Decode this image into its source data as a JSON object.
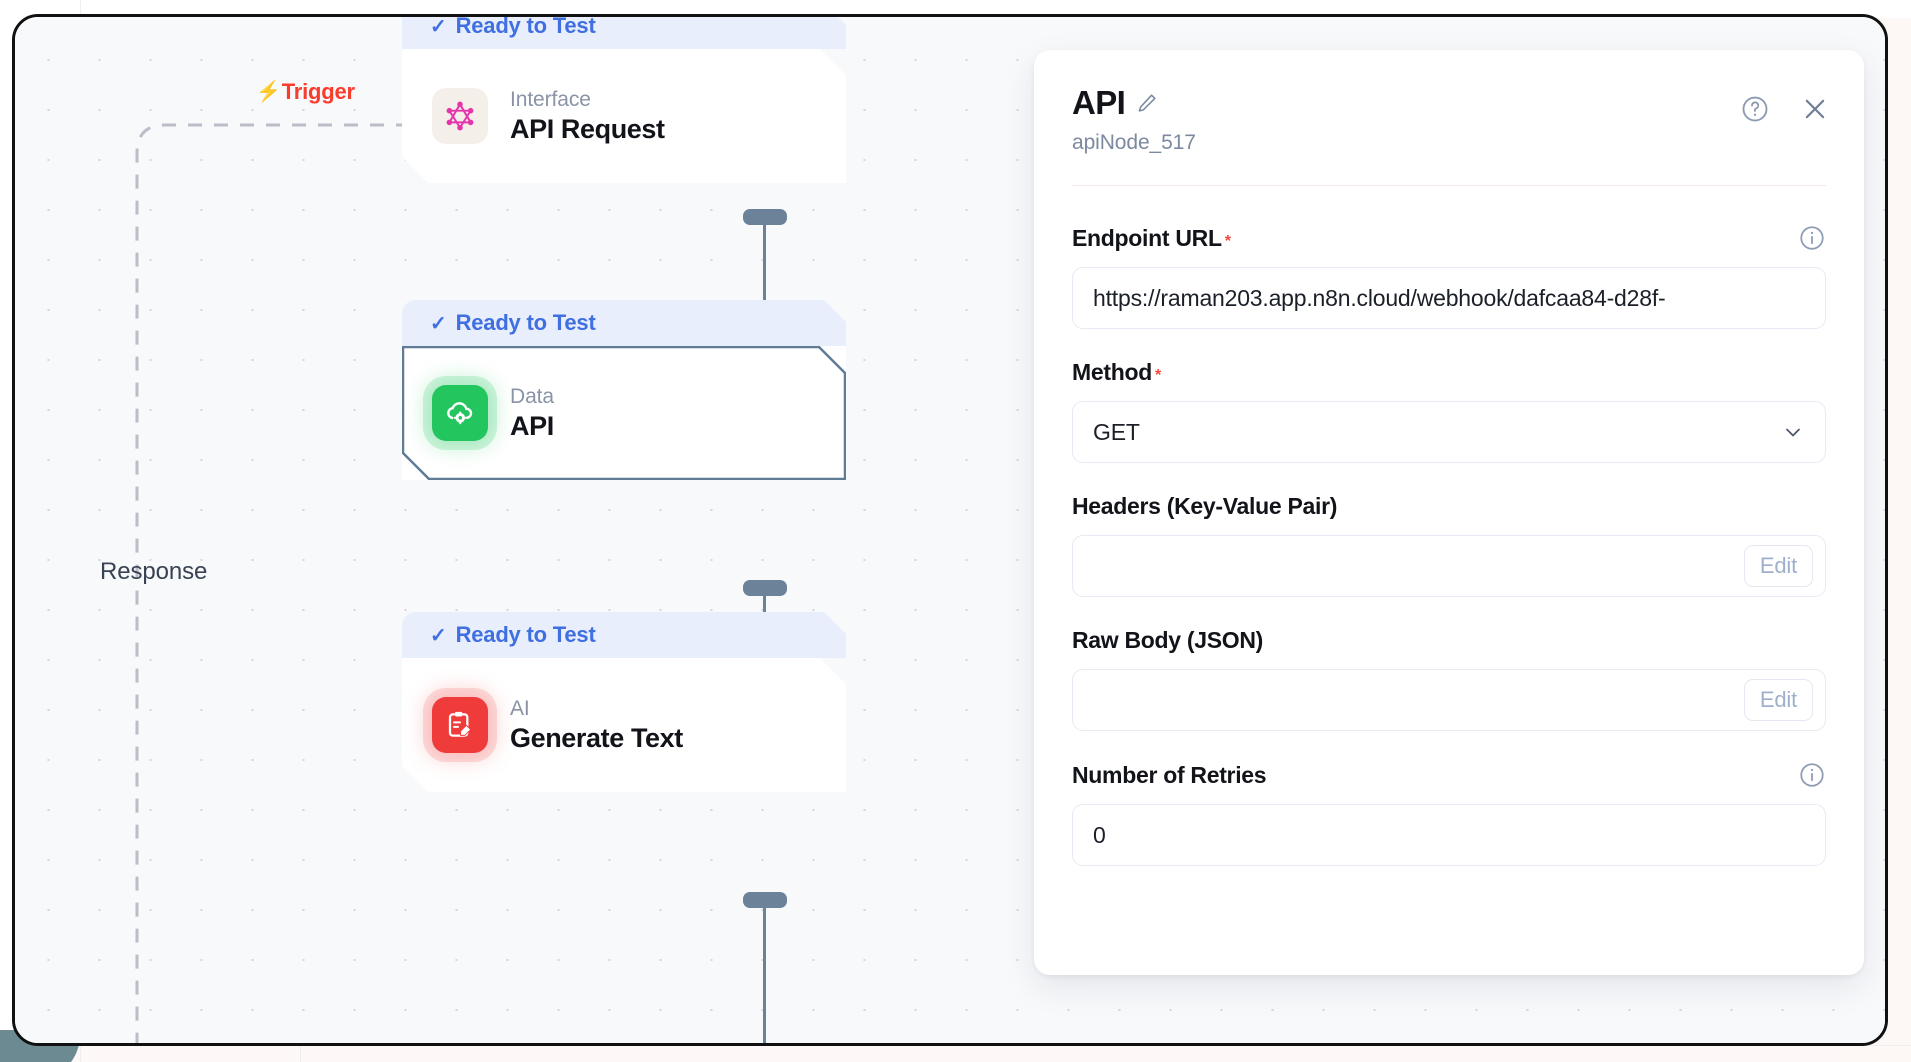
{
  "canvas": {
    "trigger_label": "Trigger",
    "trigger_icon": "lightning-bolt-icon",
    "response_label": "Response",
    "nodes": [
      {
        "kind": "Interface",
        "title": "API Request",
        "icon": "graphql-icon",
        "status_label": "Ready to Test",
        "status_icon": "check-icon",
        "selected": false
      },
      {
        "kind": "Data",
        "title": "API",
        "icon": "cloud-gear-icon",
        "status_label": "Ready to Test",
        "status_icon": "check-icon",
        "selected": true
      },
      {
        "kind": "AI",
        "title": "Generate Text",
        "icon": "clipboard-pencil-icon",
        "status_label": "Ready to Test",
        "status_icon": "check-icon",
        "selected": false
      }
    ]
  },
  "panel": {
    "title": "API",
    "edit_icon": "pencil-icon",
    "subtitle": "apiNode_517",
    "help_icon": "question-circle-icon",
    "close_icon": "close-icon",
    "fields": {
      "endpoint_url": {
        "label": "Endpoint URL",
        "required": "*",
        "value": "https://raman203.app.n8n.cloud/webhook/dafcaa84-d28f-",
        "info_icon": "info-icon"
      },
      "method": {
        "label": "Method",
        "required": "*",
        "value": "GET",
        "chevron_icon": "chevron-down-icon"
      },
      "headers": {
        "label": "Headers (Key-Value Pair)",
        "value": "",
        "button_label": "Edit"
      },
      "raw_body": {
        "label": "Raw Body (JSON)",
        "value": "",
        "button_label": "Edit"
      },
      "retries": {
        "label": "Number of Retries",
        "value": "0",
        "info_icon": "info-icon"
      }
    }
  },
  "colors": {
    "accent_blue": "#3f6fe0",
    "trigger_red": "#fa3c2d",
    "node_green": "#22c55e",
    "node_red": "#f03b3b",
    "graphql_pink": "#e535ab",
    "handle_slate": "#6c8299",
    "required_red": "#f5483c"
  }
}
